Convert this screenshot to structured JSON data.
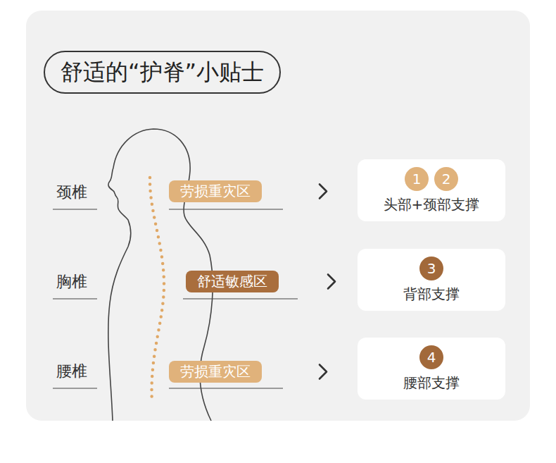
{
  "diagram": {
    "title": "舒适的“护脊”小贴士",
    "nodes": [
      {
        "text": [
          "劳损重灾区"
        ]
      },
      {
        "text": [
          "头部+颈部支撑"
        ]
      },
      {
        "text": [
          "1"
        ],
        "in": 1
      },
      {
        "text": [
          "2"
        ],
        "in": 1
      },
      {
        "text": [
          "舒适敏感区"
        ]
      },
      {
        "text": [
          "背部支撑"
        ]
      },
      {
        "text": [
          "3"
        ],
        "in": 5
      },
      {
        "text": [
          "劳损重灾区"
        ]
      },
      {
        "text": [
          "腰部支撑"
        ]
      },
      {
        "text": [
          "4"
        ],
        "in": 8
      }
    ],
    "edges": [
      {
        "from": 0,
        "to": 1,
        "arrow": "to"
      },
      {
        "from": 4,
        "to": 5,
        "arrow": "to"
      },
      {
        "from": 7,
        "to": 8,
        "arrow": "to"
      }
    ],
    "labels": [
      "颈椎",
      "胸椎",
      "腰椎"
    ]
  }
}
